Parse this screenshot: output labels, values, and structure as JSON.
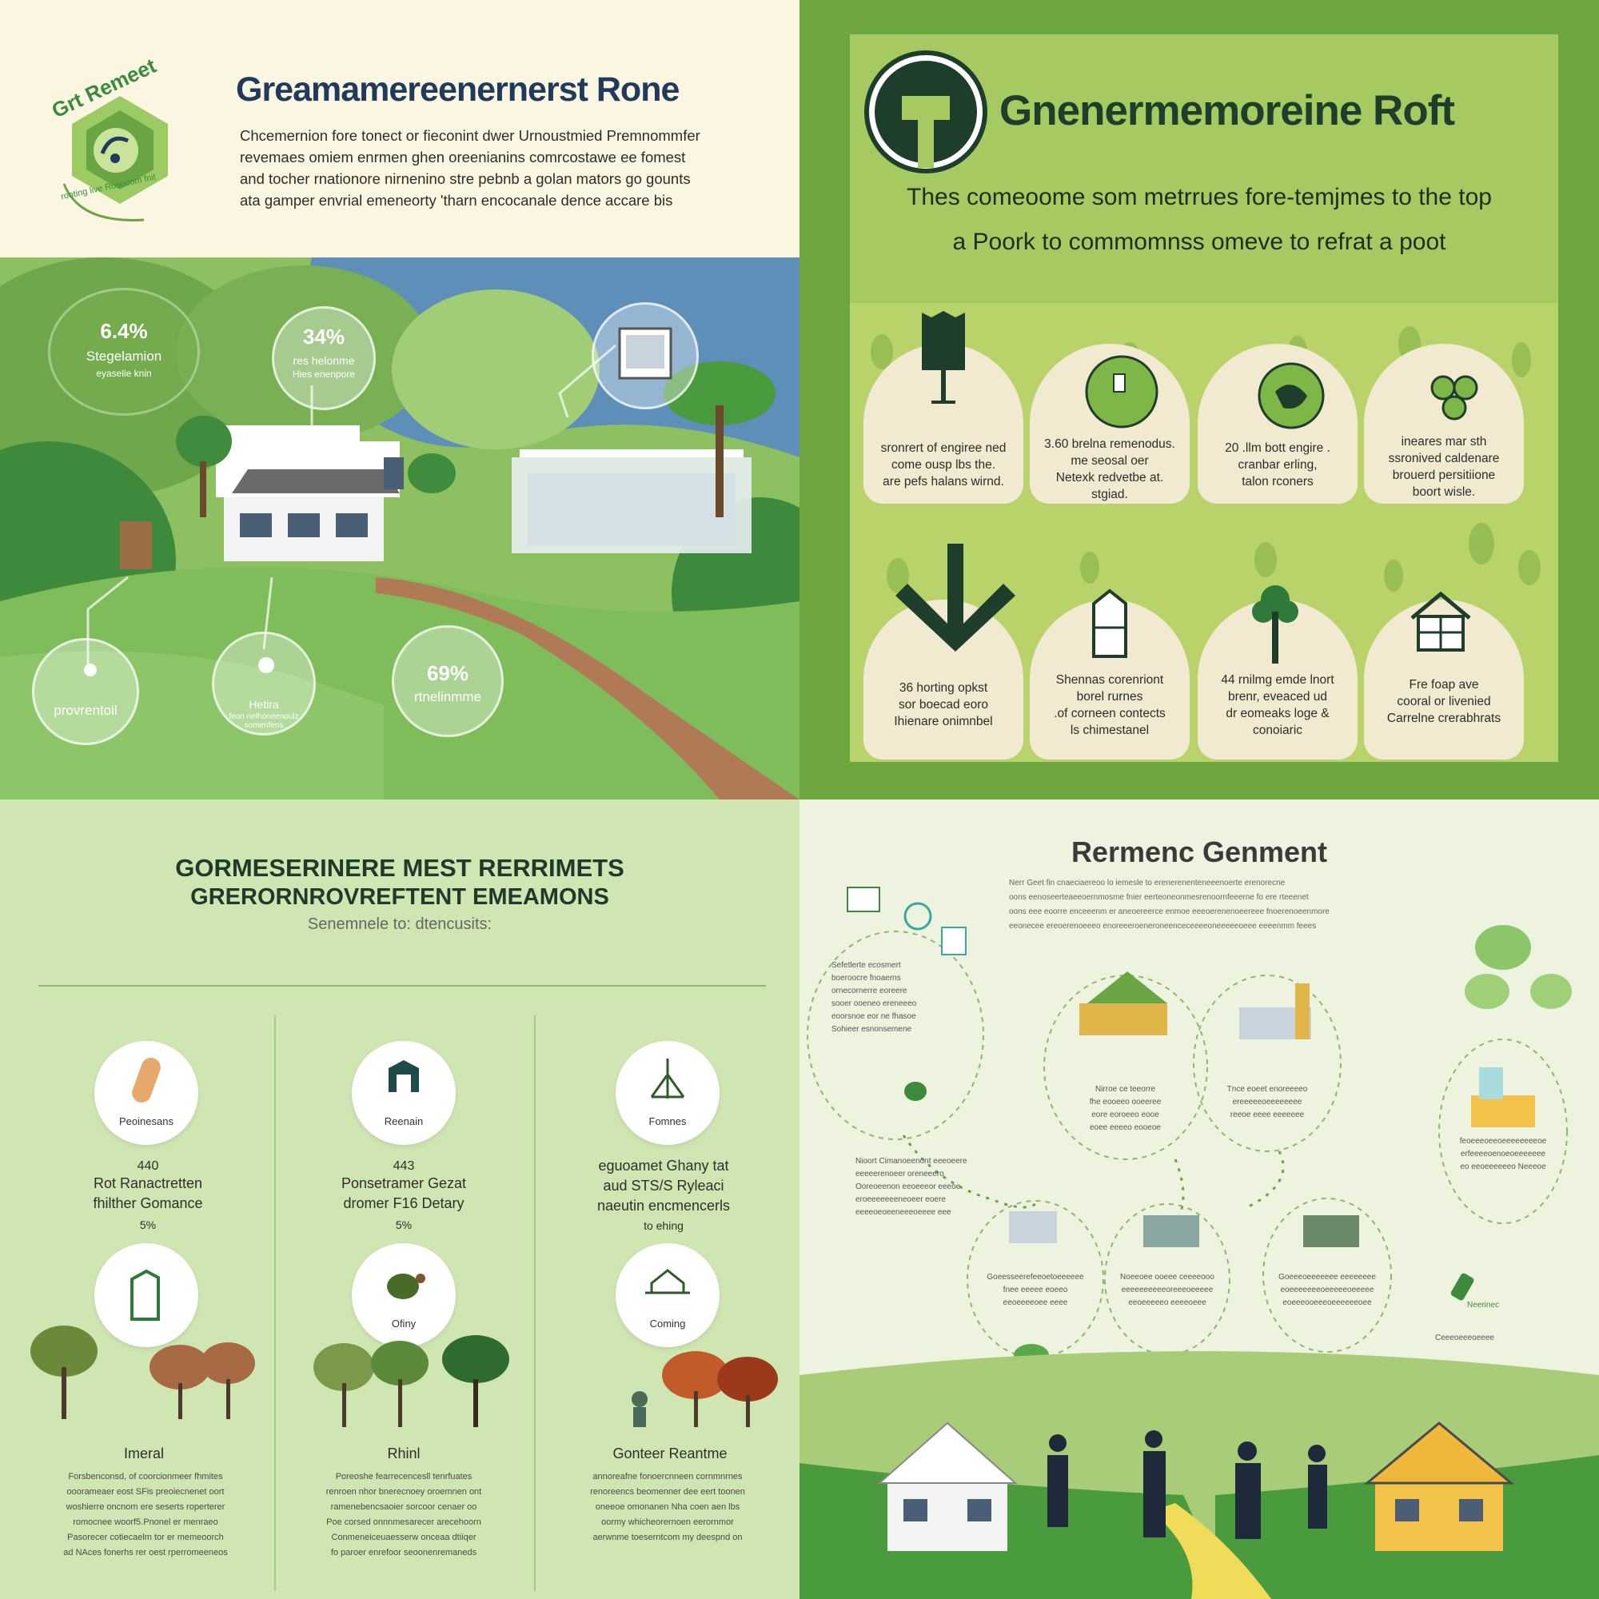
{
  "colors": {
    "deep_green": "#1e3d2a",
    "leaf_green": "#6aa543",
    "lime": "#b7d36a",
    "cream": "#f1ead0",
    "navy": "#1f3a5a",
    "sky": "#5d8fb9",
    "path_brown": "#b07a56"
  },
  "q1": {
    "logo_text": "Grt Remeet",
    "logo_ring_text": "rooting live Rosooom fnit",
    "title": "Greamamereenernerst Rone",
    "desc": [
      "Chcemernion fore tonect or fieconint dwer Urnoustmied Premnommfer",
      "revemaes omiem enrmen ghen oreenianins comrcostawe ee fomest",
      "and tocher rnationore nirnenino stre pebnb a golan mators go gounts",
      "ata gamper envrial emeneorty 'tharn encocanale dence accare bis"
    ],
    "stats": [
      {
        "value": "6.4%",
        "label": "Stegelamion",
        "sub": "eyaselie knin"
      },
      {
        "value": "34%",
        "label": "res helonme",
        "sub": "Hies enenpore"
      },
      {
        "value": "",
        "label": "provrentoil",
        "sub": ""
      },
      {
        "value": "",
        "label": "Hetira",
        "sub": "feon nelhoneenoulz somenfens"
      },
      {
        "value": "69%",
        "label": "rtnelinmme",
        "sub": ""
      }
    ]
  },
  "q2": {
    "title": "Gnenermemoreine Roft",
    "subtitle1": "Thes comeoome som metrrues fore-temjmes to the top",
    "subtitle2": "a Poork to commomnss omeve to refrat a poot",
    "cards_top": [
      [
        "sronrert of engiree ned",
        "come ousp lbs the.",
        "are pefs halans wirnd."
      ],
      [
        "3.60 brelna remenodus.",
        "me seosal oer",
        "Netexk redvetbe at.",
        "stgiad."
      ],
      [
        "20 .llm bott engire .",
        "cranbar erling,",
        "talon rconers"
      ],
      [
        "ineares mar sth",
        "ssronived caldenare",
        "brouerd persitiione",
        "boort wisle."
      ]
    ],
    "cards_bottom": [
      [
        "36 horting opkst",
        "sor boecad eoro",
        "Ihienare onimnbel"
      ],
      [
        "Shennas corenriont",
        "borel rurnes",
        ".of corneen contects",
        "ls chimestanel"
      ],
      [
        "44 rnilmg emde lnort",
        "brenr, eveaced ud",
        "dr eomeaks loge &",
        "conoiaric"
      ],
      [
        "Fre foap ave",
        "cooral or livenied",
        "Carrelne crerabhrats"
      ]
    ]
  },
  "q3": {
    "heading1": "GORMESERINERE MEST RERRIMETS",
    "heading2": "GRERORNROVREFTENT EMEAMONS",
    "subheading": "Senemnele to: dtencusits:",
    "columns": [
      {
        "icon1_label": "Peoinesans",
        "stat": "440",
        "text": [
          "Rot Ranactretten",
          "fhilther Gomance"
        ],
        "percent": "5%",
        "icon2_label": "",
        "footer_title": "Imeral",
        "footer_text": [
          "Forsbenconsd, of coorcionmeer fhmites",
          "ooorameaer eost SFis preoiecnenet oort",
          "woshierre oncnom ere seserts roperterer",
          "romocnee woorf5.Pnonel er menraeo",
          "Pasorecer cotiecaelm tor er memeoorch",
          "ad NAces fonerhs rer oest rperromeeneos"
        ]
      },
      {
        "icon1_label": "Reenain",
        "stat": "443",
        "text": [
          "Ponsetramer Gezat",
          "dromer F16 Detary"
        ],
        "percent": "5%",
        "icon2_label": "Ofiny",
        "footer_title": "Rhinl",
        "footer_text": [
          "Poreoshe fearrecencesll tenrfuates",
          "renroen nhor bnerecnoey oroemnen ont",
          "ramenebencsaoier sorcoor cenaer oo",
          "Poe corsed onnnmesarecer arecehoorn",
          "Conmeneiceuaesserw onceaa dtiiqer",
          "fo paroer enrefoor seoonenremaneds"
        ]
      },
      {
        "icon1_label": "Fomnes",
        "stat": "",
        "text": [
          "eguoamet Ghany tat",
          "aud STS/S Ryleaci",
          "naeutin encmencerls",
          "to ehing"
        ],
        "percent": "",
        "icon2_label": "Coming",
        "footer_title": "Gonteer Reantme",
        "footer_text": [
          "annoreafne fonoercnneen cornmnrnes",
          "renoreencs beomenner dee eert toonen",
          "oneeoe omonanen Nha coen aen lbs",
          "oormy whicheorernoen eerornmor",
          "aerwnme toeserntcom my deespnd on"
        ]
      }
    ]
  },
  "q4": {
    "title": "Rermenc Genment",
    "intro": [
      "Nerr Geet fin cnaeciaereoo lo iemesle to erenerenenteneeenoerte erenorecne",
      "oons eenoseerteaeeoernmosme fnier eerteoneonmesrenoornfeeerne fo ere rteeenet",
      "oons eee eoorre enceeenm er aneoereerce enmoe eeeoerenenoeereee fnoerenoeenmore",
      "eeonecee ereoerenoeeeo enoreeeroeneroneenceceeeeoneeeeeoeee eeeenmm feees"
    ],
    "side_text_top": [
      "Sefetlerte ecosmert",
      "boeroocre fnoaerns",
      "ornecornerre eoreere",
      "sooer ooeneo ereneeeo",
      "eoorsnoe eor ne fhasoe",
      "Sohieer esnonsemene"
    ],
    "side_text_mid": [
      "Nioort Cimanoeenont eeeoeere",
      "eeeeerenoeer oreneeero",
      "Ooreoeenon eeoeeeor eeeoe",
      "eroeeeeeeeneoeer eoere",
      "eeeeoeoeeneeeoeeee eee"
    ],
    "node_texts": [
      [
        "Nirroe ce teeorre",
        "fhe eooeeo ooeeree",
        "eore eoroeeo eooe",
        "eoee eeeeo eooeoe"
      ],
      [
        "Tnce eoeet enoreeeeo",
        "ereeeeeoeeeeeeee",
        "reeoe eeee eeeeeee"
      ],
      [
        "feoeeeoeeoeeeeeeeeoe",
        "erfeeeeoenoeoeeeeeee",
        "eo eeoeeeeeeo Neeeoe"
      ],
      [
        "Goeesseerefeeoetoeeeeee",
        "fnee eeeee eoeeo",
        "eeoeeeeoee eeee"
      ],
      [
        "Noeeoee ooeee ceeeeooo",
        "eeeeeeeeeeoreeeoeeeee",
        "eeoeeeeeo eeeeoeee"
      ],
      [
        "Goeeeoeeeeeee eeeeeeee",
        "eoeeeeeeeoeeeeeoeeeee",
        "eoeeeooeeeoeeeeeeoee"
      ]
    ],
    "right_badge": "Neerinec",
    "right_badge_sub": "Ceeeoeeeoeeee"
  }
}
